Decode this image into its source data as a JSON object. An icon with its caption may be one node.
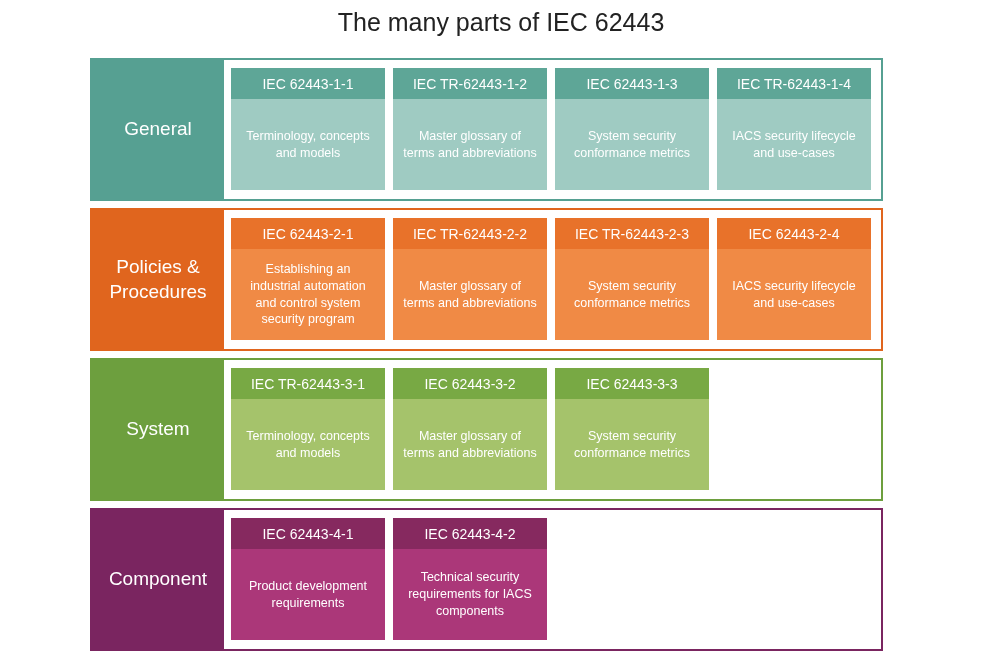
{
  "diagram": {
    "title": "The many parts of IEC 62443",
    "nodes": [
      {
        "text": [
          "General"
        ]
      },
      {
        "text": [
          "IEC 62443-1-1",
          "Terminology, concepts and models"
        ],
        "in": 0
      },
      {
        "text": [
          "IEC TR-62443-1-2",
          "Master glossary of terms and abbreviations"
        ],
        "in": 0
      },
      {
        "text": [
          "IEC 62443-1-3",
          "System security conformance metrics"
        ],
        "in": 0
      },
      {
        "text": [
          "IEC TR-62443-1-4",
          "IACS security lifecycle and use-cases"
        ],
        "in": 0
      },
      {
        "text": [
          "Policies & Procedures"
        ]
      },
      {
        "text": [
          "IEC 62443-2-1",
          "Establishing an industrial automation and control system security program"
        ],
        "in": 5
      },
      {
        "text": [
          "IEC TR-62443-2-2",
          "Master glossary of terms and abbreviations"
        ],
        "in": 5
      },
      {
        "text": [
          "IEC TR-62443-2-3",
          "System security conformance metrics"
        ],
        "in": 5
      },
      {
        "text": [
          "IEC 62443-2-4",
          "IACS security lifecycle and use-cases"
        ],
        "in": 5
      },
      {
        "text": [
          "System"
        ]
      },
      {
        "text": [
          "IEC TR-62443-3-1",
          "Terminology, concepts and models"
        ],
        "in": 10
      },
      {
        "text": [
          "IEC 62443-3-2",
          "Master glossary of terms and abbreviations"
        ],
        "in": 10
      },
      {
        "text": [
          "IEC 62443-3-3",
          "System security conformance metrics"
        ],
        "in": 10
      },
      {
        "text": [
          "Component"
        ]
      },
      {
        "text": [
          "IEC 62443-4-1",
          "Product development requirements"
        ],
        "in": 14
      },
      {
        "text": [
          "IEC 62443-4-2",
          "Technical security requirements for IACS components"
        ],
        "in": 14
      }
    ],
    "edges": []
  }
}
